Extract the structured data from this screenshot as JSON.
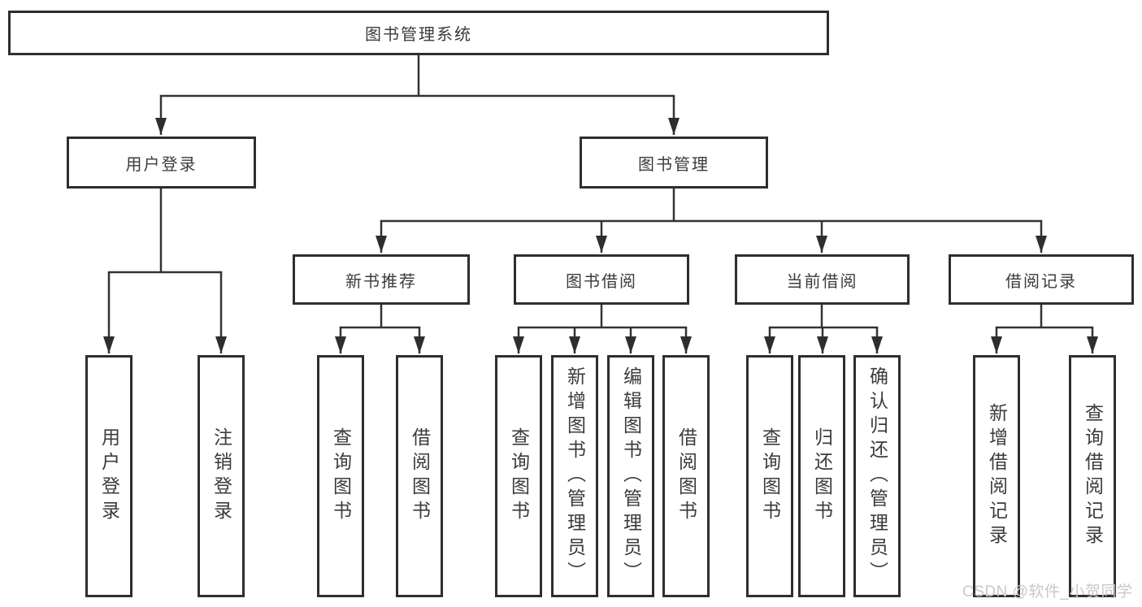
{
  "tree": {
    "label": "图书管理系统",
    "children": [
      {
        "label": "用户登录",
        "children": [
          {
            "label": "用户登录"
          },
          {
            "label": "注销登录"
          }
        ]
      },
      {
        "label": "图书管理",
        "children": [
          {
            "label": "新书推荐",
            "children": [
              {
                "label": "查询图书"
              },
              {
                "label": "借阅图书"
              }
            ]
          },
          {
            "label": "图书借阅",
            "children": [
              {
                "label": "查询图书"
              },
              {
                "label": "新增图书（管理员）"
              },
              {
                "label": "编辑图书（管理员）"
              },
              {
                "label": "借阅图书"
              }
            ]
          },
          {
            "label": "当前借阅",
            "children": [
              {
                "label": "查询图书"
              },
              {
                "label": "归还图书"
              },
              {
                "label": "确认归还（管理员）"
              }
            ]
          },
          {
            "label": "借阅记录",
            "children": [
              {
                "label": "新增借阅记录"
              },
              {
                "label": "查询借阅记录"
              }
            ]
          }
        ]
      }
    ]
  },
  "watermark": "CSDN @软件_小贺同学",
  "colors": {
    "background": "#ffffff",
    "line": "#333333",
    "box_border": "#2e2e2e",
    "text": "#3b3b3b",
    "watermark_text": "#c8c8c8"
  }
}
